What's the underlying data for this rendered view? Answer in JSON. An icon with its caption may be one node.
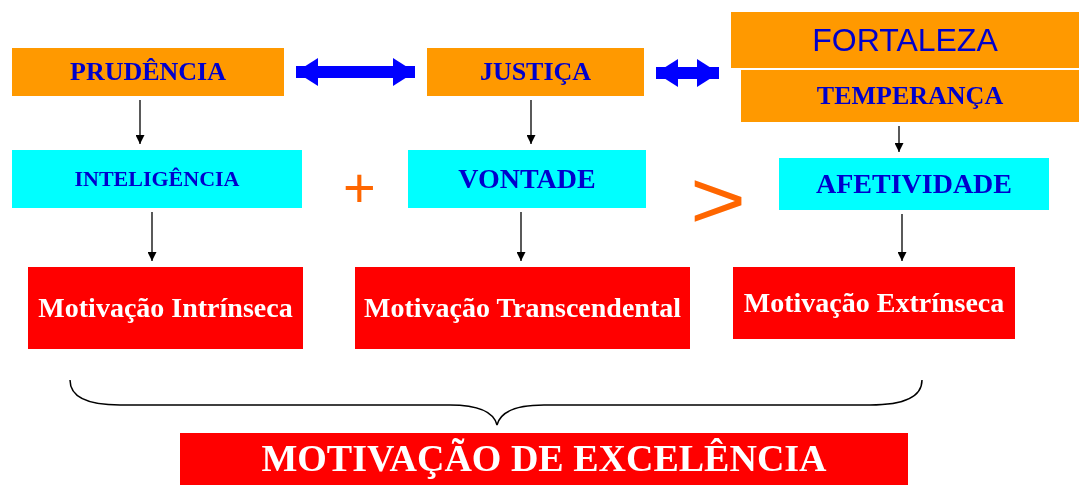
{
  "diagram": {
    "nodes": [
      {
        "text": [
          "PRUDÊNCIA"
        ]
      },
      {
        "text": [
          "JUSTIÇA"
        ]
      },
      {
        "text": [
          "FORTALEZA"
        ]
      },
      {
        "text": [
          "TEMPERANÇA"
        ]
      },
      {
        "text": [
          "INTELIGÊNCIA"
        ]
      },
      {
        "text": [
          "VONTADE"
        ]
      },
      {
        "text": [
          "AFETIVIDADE"
        ]
      },
      {
        "text": [
          "Motivação Intrínseca"
        ]
      },
      {
        "text": [
          "Motivação Transcendental"
        ]
      },
      {
        "text": [
          "Motivação Extrínseca"
        ]
      },
      {
        "text": [
          "MOTIVAÇÃO DE EXCELÊNCIA"
        ]
      }
    ],
    "edges": [
      {
        "from": 0,
        "to": 1,
        "arrow": "both",
        "style": "thick",
        "color": "#0000ff"
      },
      {
        "from": 1,
        "to": 2,
        "arrow": "both",
        "style": "thick",
        "color": "#0000ff"
      },
      {
        "from": 0,
        "to": 4,
        "arrow": "to"
      },
      {
        "from": 1,
        "to": 5,
        "arrow": "to"
      },
      {
        "from": 3,
        "to": 6,
        "arrow": "to"
      },
      {
        "from": 4,
        "to": 7,
        "arrow": "to"
      },
      {
        "from": 5,
        "to": 8,
        "arrow": "to"
      },
      {
        "from": 6,
        "to": 9,
        "arrow": "to"
      }
    ],
    "labels": [
      "+",
      ">"
    ]
  }
}
